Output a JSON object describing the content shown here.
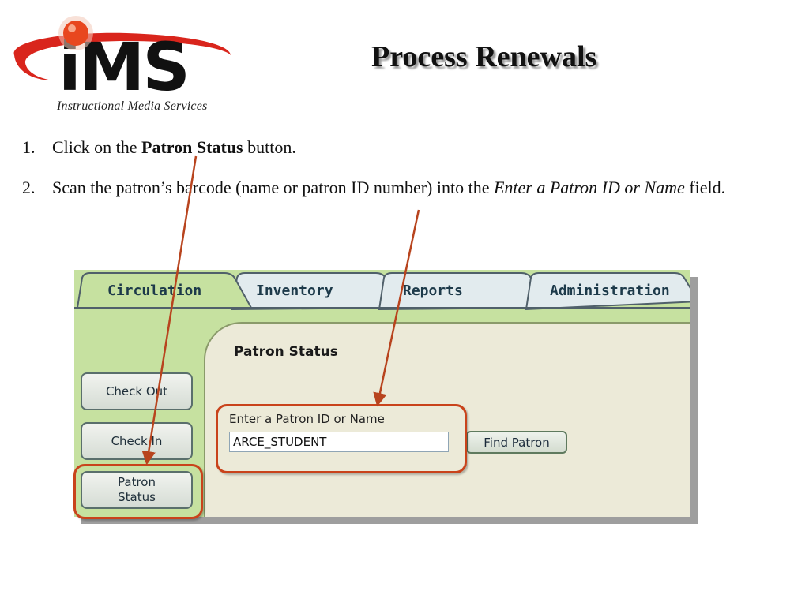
{
  "logo": {
    "letters": "iMS",
    "subtitle": "Instructional Media Services",
    "swoosh_color": "#d9251c",
    "ball_color": "#e8471f"
  },
  "title": "Process Renewals",
  "steps": [
    {
      "num": "1.",
      "pre": "Click on the ",
      "bold": "Patron Status",
      "post": " button."
    },
    {
      "num": "2.",
      "pre": "Scan the patron’s barcode (name or patron ID number) into the ",
      "italic": "Enter a Patron ID or Name",
      "post": " field."
    }
  ],
  "app": {
    "tabs": [
      "Circulation",
      "Inventory",
      "Reports",
      "Administration"
    ],
    "active_tab": "Circulation",
    "side_buttons": {
      "check_out": "Check Out",
      "check_in": "Check In",
      "patron_status_line1": "Patron",
      "patron_status_line2": "Status"
    },
    "content_title": "Patron Status",
    "field_label": "Enter a Patron ID or Name",
    "field_value": "ARCE_STUDENT",
    "find_button": "Find Patron"
  },
  "colors": {
    "panel_green": "#c6e1a0",
    "content_bg": "#ecead8",
    "highlight": "#c9431b",
    "arrow": "#b8441e"
  }
}
